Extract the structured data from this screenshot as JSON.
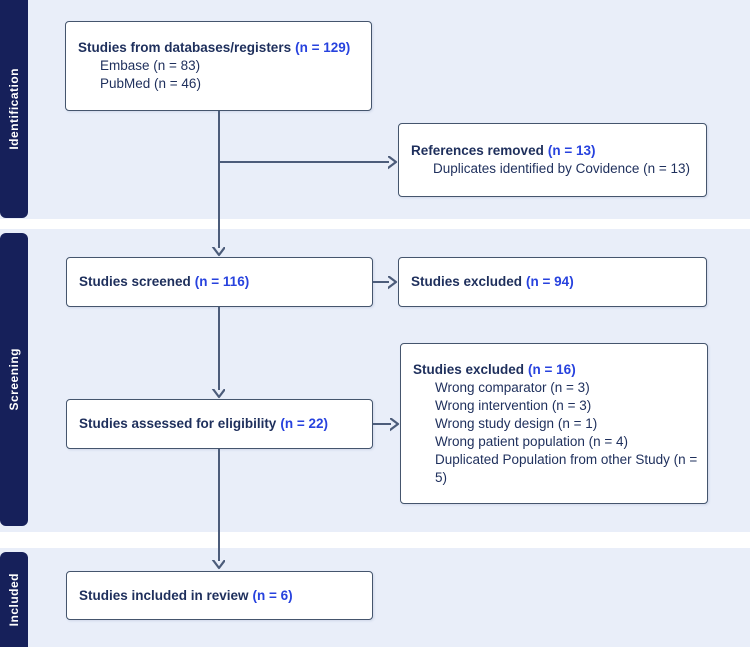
{
  "diagram": {
    "type": "prisma-flow",
    "stages": [
      {
        "label": "Identification"
      },
      {
        "label": "Screening"
      },
      {
        "label": "Included"
      }
    ],
    "boxes": {
      "databases": {
        "title": "Studies from databases/registers",
        "count": "(n = 129)",
        "items": [
          "Embase (n = 83)",
          "PubMed (n = 46)"
        ]
      },
      "references_removed": {
        "title": "References removed",
        "count": "(n = 13)",
        "items": [
          "Duplicates identified by Covidence (n = 13)"
        ]
      },
      "screened": {
        "title": "Studies screened",
        "count": "(n = 116)"
      },
      "excluded_screened": {
        "title": "Studies excluded",
        "count": "(n = 94)"
      },
      "assessed": {
        "title": "Studies assessed for eligibility",
        "count": "(n = 22)"
      },
      "excluded_assessed": {
        "title": "Studies excluded",
        "count": "(n = 16)",
        "items": [
          "Wrong comparator (n = 3)",
          "Wrong intervention (n = 3)",
          "Wrong study design (n = 1)",
          "Wrong patient population (n = 4)",
          "Duplicated Population from other Study (n = 5)"
        ]
      },
      "included": {
        "title": "Studies included in review",
        "count": "(n = 6)"
      }
    },
    "colors": {
      "band_background": "#e9eef9",
      "stage_label_background": "#16205a",
      "stage_label_text": "#ffffff",
      "box_border": "#45556d",
      "box_background": "#ffffff",
      "arrow": "#4c5c7a",
      "text": "#1e2f5c",
      "count_accent": "#2742de"
    }
  }
}
